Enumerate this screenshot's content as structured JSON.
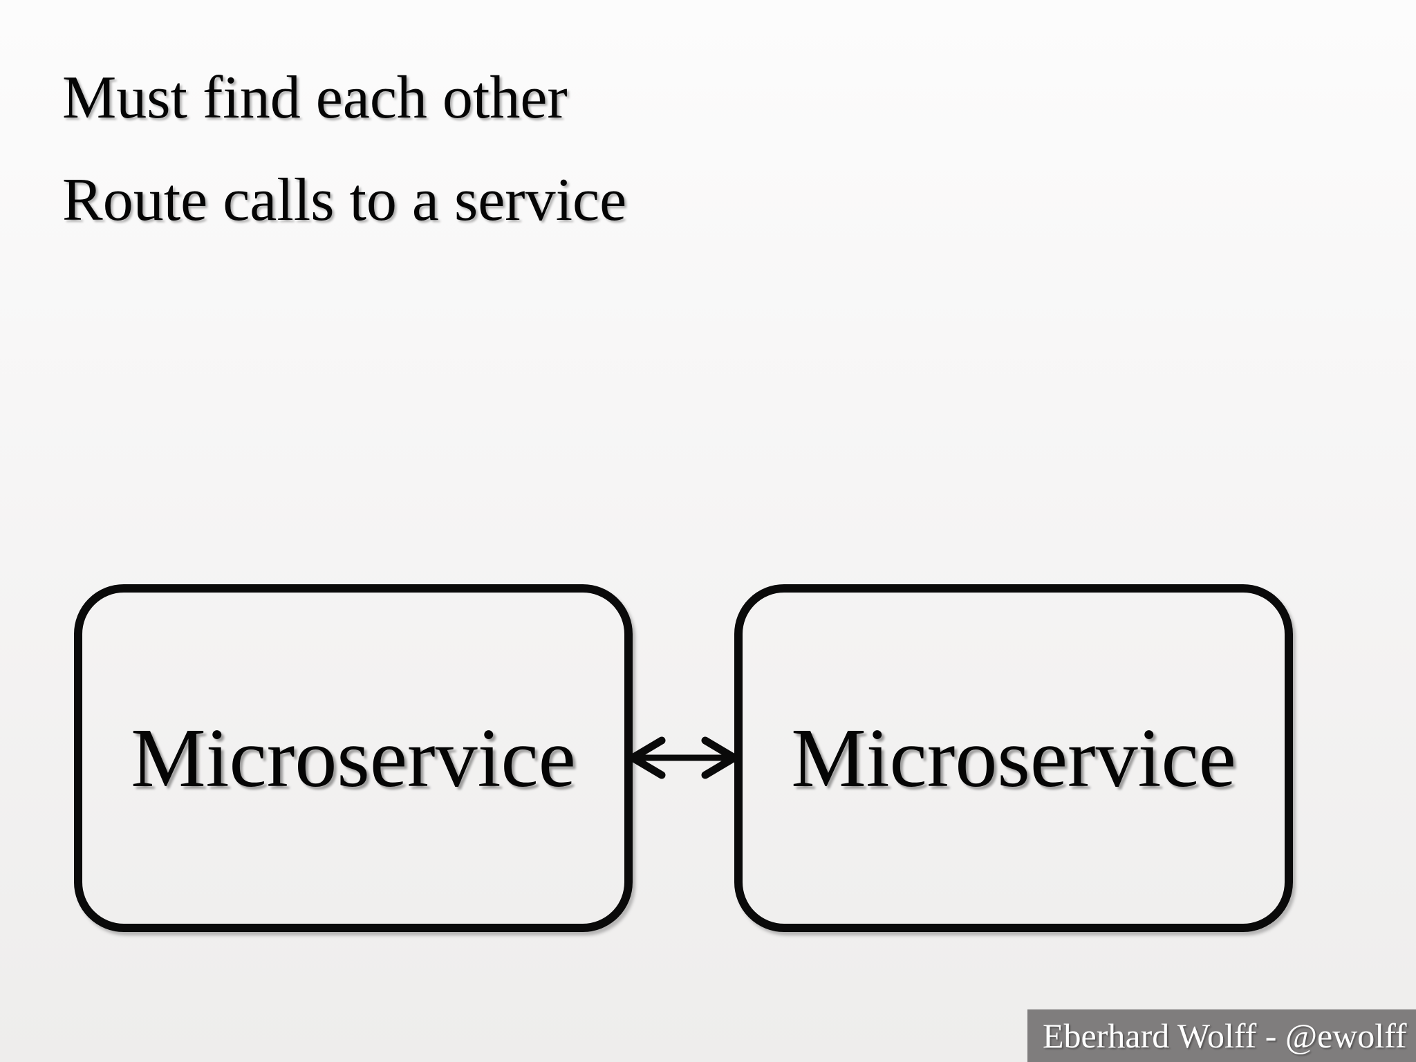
{
  "slide": {
    "bullets": [
      "Must find each other",
      "Route calls to a service"
    ],
    "boxes": [
      {
        "label": "Microservice"
      },
      {
        "label": "Microservice"
      }
    ],
    "arrow": {
      "type": "double-headed",
      "direction": "horizontal"
    },
    "footer": {
      "credit": "Eberhard Wolff - @ewolff"
    },
    "colors": {
      "background_top": "#fcfcfc",
      "background_bottom": "#eeedec",
      "text": "#050505",
      "box_border": "#0a0a0a",
      "footer_background": "#7f7d7d",
      "footer_text": "#ffffff"
    }
  }
}
